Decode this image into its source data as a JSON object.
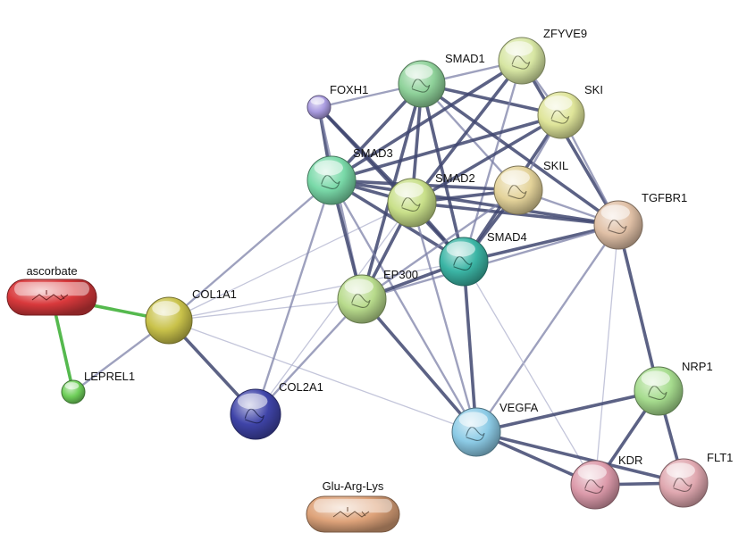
{
  "colors": {
    "background": "#ffffff",
    "edge_dark": "#3f4670",
    "edge_mid": "#7d82a8",
    "edge_light": "#b8bbd3",
    "edge_green": "#55b94e"
  },
  "nodes": [
    {
      "id": "ascorbate",
      "label": "ascorbate",
      "shape": "pill",
      "color": "#d9393c",
      "icon": "molecule-structure-icon"
    },
    {
      "id": "COL1A1",
      "label": "COL1A1",
      "shape": "sphere",
      "color": "#c9c24a",
      "icon": null
    },
    {
      "id": "LEPREL1",
      "label": "LEPREL1",
      "shape": "sphere",
      "color": "#6fcf5a",
      "icon": null
    },
    {
      "id": "COL2A1",
      "label": "COL2A1",
      "shape": "sphere",
      "color": "#3f44a8",
      "icon": "protein-structure-icon"
    },
    {
      "id": "FOXH1",
      "label": "FOXH1",
      "shape": "sphere",
      "color": "#a99be0",
      "icon": null
    },
    {
      "id": "SMAD1",
      "label": "SMAD1",
      "shape": "sphere",
      "color": "#8fd29a",
      "icon": "protein-structure-icon"
    },
    {
      "id": "ZFYVE9",
      "label": "ZFYVE9",
      "shape": "sphere",
      "color": "#d7e6a3",
      "icon": "protein-structure-icon"
    },
    {
      "id": "SKI",
      "label": "SKI",
      "shape": "sphere",
      "color": "#dfe59a",
      "icon": "protein-structure-icon"
    },
    {
      "id": "SMAD3",
      "label": "SMAD3",
      "shape": "sphere",
      "color": "#79d9a8",
      "icon": "protein-structure-icon"
    },
    {
      "id": "SMAD2",
      "label": "SMAD2",
      "shape": "sphere",
      "color": "#c9e08a",
      "icon": "protein-structure-icon"
    },
    {
      "id": "SKIL",
      "label": "SKIL",
      "shape": "sphere",
      "color": "#e4d39a",
      "icon": "protein-structure-icon"
    },
    {
      "id": "TGFBR1",
      "label": "TGFBR1",
      "shape": "sphere",
      "color": "#e0c0a6",
      "icon": "protein-structure-icon"
    },
    {
      "id": "SMAD4",
      "label": "SMAD4",
      "shape": "sphere",
      "color": "#3bb5a5",
      "icon": "protein-structure-icon"
    },
    {
      "id": "EP300",
      "label": "EP300",
      "shape": "sphere",
      "color": "#b8db8c",
      "icon": "protein-structure-icon"
    },
    {
      "id": "VEGFA",
      "label": "VEGFA",
      "shape": "sphere",
      "color": "#8ccbe6",
      "icon": "protein-structure-icon"
    },
    {
      "id": "NRP1",
      "label": "NRP1",
      "shape": "sphere",
      "color": "#a6dc8e",
      "icon": "protein-structure-icon"
    },
    {
      "id": "KDR",
      "label": "KDR",
      "shape": "sphere",
      "color": "#dc9aaa",
      "icon": "protein-structure-icon"
    },
    {
      "id": "FLT1",
      "label": "FLT1",
      "shape": "sphere",
      "color": "#e0a8b0",
      "icon": "protein-structure-icon"
    },
    {
      "id": "Glu-Arg-Lys",
      "label": "Glu-Arg-Lys",
      "shape": "pill",
      "color": "#dea37a",
      "icon": "molecule-structure-icon"
    }
  ],
  "edges": [
    {
      "source": "ascorbate",
      "target": "COL1A1",
      "strength": "green"
    },
    {
      "source": "ascorbate",
      "target": "LEPREL1",
      "strength": "green"
    },
    {
      "source": "COL1A1",
      "target": "LEPREL1",
      "strength": "mid"
    },
    {
      "source": "COL1A1",
      "target": "COL2A1",
      "strength": "dark"
    },
    {
      "source": "COL1A1",
      "target": "EP300",
      "strength": "light"
    },
    {
      "source": "COL1A1",
      "target": "SMAD3",
      "strength": "mid"
    },
    {
      "source": "COL1A1",
      "target": "SMAD2",
      "strength": "light"
    },
    {
      "source": "COL1A1",
      "target": "SMAD4",
      "strength": "light"
    },
    {
      "source": "COL1A1",
      "target": "VEGFA",
      "strength": "light"
    },
    {
      "source": "COL2A1",
      "target": "EP300",
      "strength": "mid"
    },
    {
      "source": "COL2A1",
      "target": "SMAD3",
      "strength": "mid"
    },
    {
      "source": "COL2A1",
      "target": "SMAD2",
      "strength": "light"
    },
    {
      "source": "FOXH1",
      "target": "SMAD1",
      "strength": "mid"
    },
    {
      "source": "FOXH1",
      "target": "SMAD3",
      "strength": "dark"
    },
    {
      "source": "FOXH1",
      "target": "SMAD2",
      "strength": "dark"
    },
    {
      "source": "FOXH1",
      "target": "SMAD4",
      "strength": "dark"
    },
    {
      "source": "FOXH1",
      "target": "EP300",
      "strength": "mid"
    },
    {
      "source": "SMAD1",
      "target": "ZFYVE9",
      "strength": "mid"
    },
    {
      "source": "SMAD1",
      "target": "SKI",
      "strength": "dark"
    },
    {
      "source": "SMAD1",
      "target": "SMAD3",
      "strength": "dark"
    },
    {
      "source": "SMAD1",
      "target": "SMAD2",
      "strength": "dark"
    },
    {
      "source": "SMAD1",
      "target": "SMAD4",
      "strength": "dark"
    },
    {
      "source": "SMAD1",
      "target": "SKIL",
      "strength": "mid"
    },
    {
      "source": "SMAD1",
      "target": "TGFBR1",
      "strength": "dark"
    },
    {
      "source": "SMAD1",
      "target": "EP300",
      "strength": "dark"
    },
    {
      "source": "ZFYVE9",
      "target": "SMAD3",
      "strength": "dark"
    },
    {
      "source": "ZFYVE9",
      "target": "SMAD2",
      "strength": "dark"
    },
    {
      "source": "ZFYVE9",
      "target": "SMAD4",
      "strength": "mid"
    },
    {
      "source": "ZFYVE9",
      "target": "TGFBR1",
      "strength": "dark"
    },
    {
      "source": "ZFYVE9",
      "target": "SKI",
      "strength": "mid"
    },
    {
      "source": "SKI",
      "target": "SMAD3",
      "strength": "dark"
    },
    {
      "source": "SKI",
      "target": "SMAD2",
      "strength": "dark"
    },
    {
      "source": "SKI",
      "target": "SMAD4",
      "strength": "dark"
    },
    {
      "source": "SKI",
      "target": "SKIL",
      "strength": "mid"
    },
    {
      "source": "SKI",
      "target": "TGFBR1",
      "strength": "mid"
    },
    {
      "source": "SMAD3",
      "target": "SMAD2",
      "strength": "dark"
    },
    {
      "source": "SMAD3",
      "target": "SMAD4",
      "strength": "dark"
    },
    {
      "source": "SMAD3",
      "target": "SKIL",
      "strength": "dark"
    },
    {
      "source": "SMAD3",
      "target": "TGFBR1",
      "strength": "dark"
    },
    {
      "source": "SMAD3",
      "target": "EP300",
      "strength": "dark"
    },
    {
      "source": "SMAD3",
      "target": "VEGFA",
      "strength": "mid"
    },
    {
      "source": "SMAD2",
      "target": "SMAD4",
      "strength": "dark"
    },
    {
      "source": "SMAD2",
      "target": "SKIL",
      "strength": "dark"
    },
    {
      "source": "SMAD2",
      "target": "TGFBR1",
      "strength": "dark"
    },
    {
      "source": "SMAD2",
      "target": "EP300",
      "strength": "dark"
    },
    {
      "source": "SMAD2",
      "target": "VEGFA",
      "strength": "mid"
    },
    {
      "source": "SKIL",
      "target": "SMAD4",
      "strength": "dark"
    },
    {
      "source": "SKIL",
      "target": "TGFBR1",
      "strength": "mid"
    },
    {
      "source": "SKIL",
      "target": "EP300",
      "strength": "mid"
    },
    {
      "source": "TGFBR1",
      "target": "SMAD4",
      "strength": "dark"
    },
    {
      "source": "TGFBR1",
      "target": "EP300",
      "strength": "mid"
    },
    {
      "source": "TGFBR1",
      "target": "NRP1",
      "strength": "dark"
    },
    {
      "source": "TGFBR1",
      "target": "VEGFA",
      "strength": "mid"
    },
    {
      "source": "TGFBR1",
      "target": "KDR",
      "strength": "light"
    },
    {
      "source": "SMAD4",
      "target": "EP300",
      "strength": "dark"
    },
    {
      "source": "SMAD4",
      "target": "VEGFA",
      "strength": "dark"
    },
    {
      "source": "SMAD4",
      "target": "KDR",
      "strength": "light"
    },
    {
      "source": "EP300",
      "target": "VEGFA",
      "strength": "dark"
    },
    {
      "source": "VEGFA",
      "target": "NRP1",
      "strength": "dark"
    },
    {
      "source": "VEGFA",
      "target": "KDR",
      "strength": "dark"
    },
    {
      "source": "VEGFA",
      "target": "FLT1",
      "strength": "dark"
    },
    {
      "source": "NRP1",
      "target": "KDR",
      "strength": "dark"
    },
    {
      "source": "NRP1",
      "target": "FLT1",
      "strength": "dark"
    },
    {
      "source": "KDR",
      "target": "FLT1",
      "strength": "dark"
    }
  ]
}
